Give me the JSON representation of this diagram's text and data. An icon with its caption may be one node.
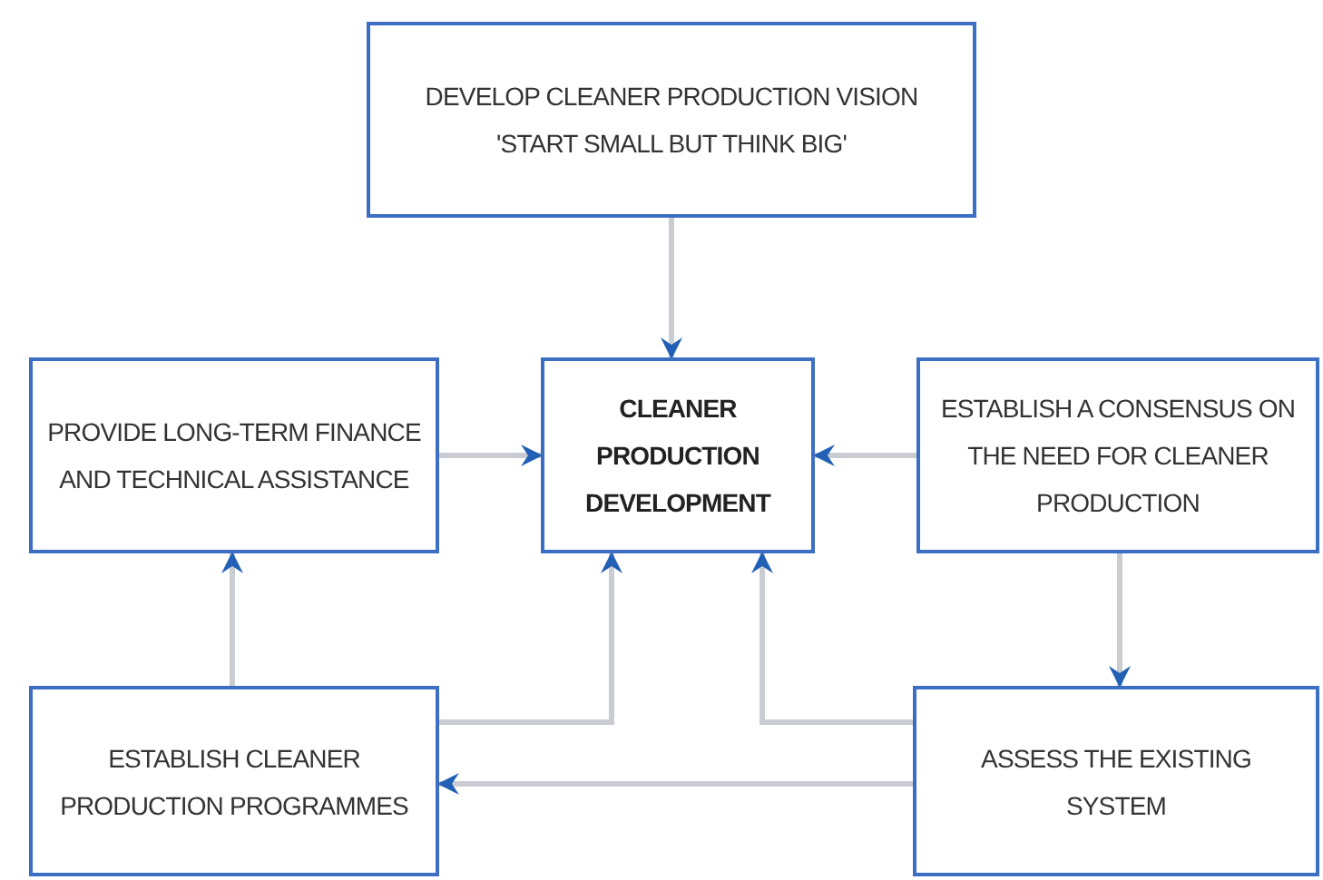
{
  "diagram": {
    "nodes": [
      {
        "text": [
          "DEVELOP CLEANER PRODUCTION VISION",
          "'START SMALL BUT THINK BIG'"
        ]
      },
      {
        "text": [
          "PROVIDE LONG-TERM FINANCE AND TECHNICAL ASSISTANCE"
        ]
      },
      {
        "text": [
          "CLEANER PRODUCTION DEVELOPMENT"
        ]
      },
      {
        "text": [
          "ESTABLISH A CONSENSUS ON THE NEED FOR CLEANER PRODUCTION"
        ]
      },
      {
        "text": [
          "ESTABLISH CLEANER PRODUCTION PROGRAMMES"
        ]
      },
      {
        "text": [
          "ASSESS THE EXISTING SYSTEM"
        ]
      }
    ],
    "edges": [
      {
        "from": 0,
        "to": 2,
        "arrow": "to"
      },
      {
        "from": 1,
        "to": 2,
        "arrow": "to"
      },
      {
        "from": 3,
        "to": 2,
        "arrow": "to"
      },
      {
        "from": 3,
        "to": 5,
        "arrow": "to"
      },
      {
        "from": 4,
        "to": 1,
        "arrow": "to"
      },
      {
        "from": 4,
        "to": 2,
        "arrow": "to"
      },
      {
        "from": 5,
        "to": 2,
        "arrow": "to"
      },
      {
        "from": 5,
        "to": 4,
        "arrow": "to"
      }
    ]
  }
}
